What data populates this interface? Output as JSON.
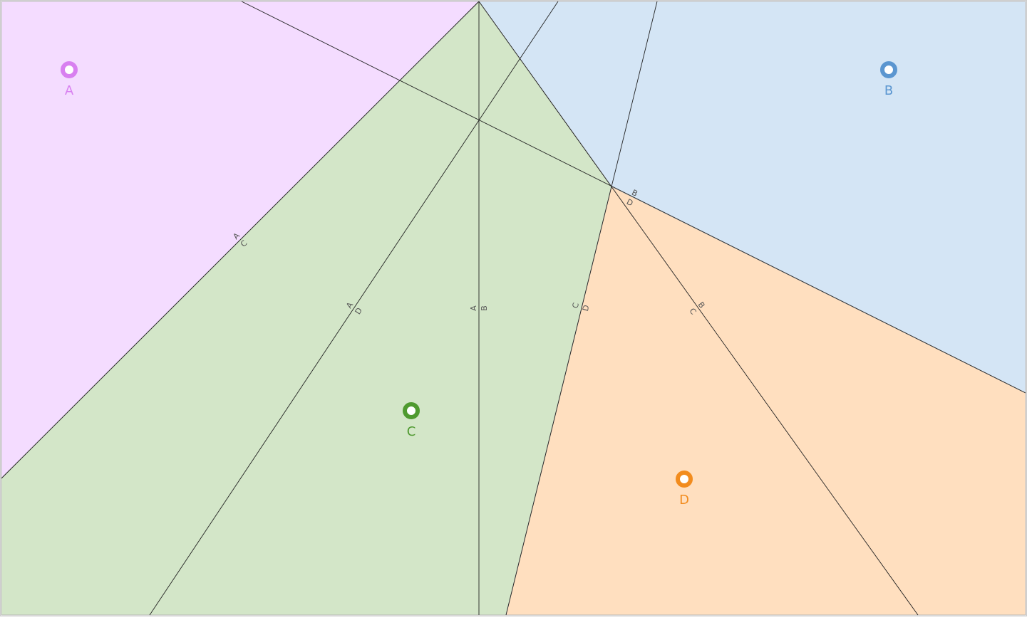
{
  "diagram": {
    "sites": [
      {
        "id": "A",
        "label": "A",
        "color": "#d880f0",
        "fill": "#f4dcff"
      },
      {
        "id": "B",
        "label": "B",
        "color": "#5b96d0",
        "fill": "#d4e5f5"
      },
      {
        "id": "C",
        "label": "C",
        "color": "#4f9a30",
        "fill": "#d3e6c8"
      },
      {
        "id": "D",
        "label": "D",
        "color": "#f28c1e",
        "fill": "#ffdfbf"
      }
    ],
    "bisectors": [
      {
        "id": "AC",
        "labels": [
          "A",
          "C"
        ]
      },
      {
        "id": "AD",
        "labels": [
          "A",
          "D"
        ]
      },
      {
        "id": "AB",
        "labels": [
          "A",
          "B"
        ]
      },
      {
        "id": "CD",
        "labels": [
          "C",
          "D"
        ]
      },
      {
        "id": "BC",
        "labels": [
          "B",
          "C"
        ]
      },
      {
        "id": "BD",
        "labels": [
          "B",
          "D"
        ]
      }
    ]
  }
}
